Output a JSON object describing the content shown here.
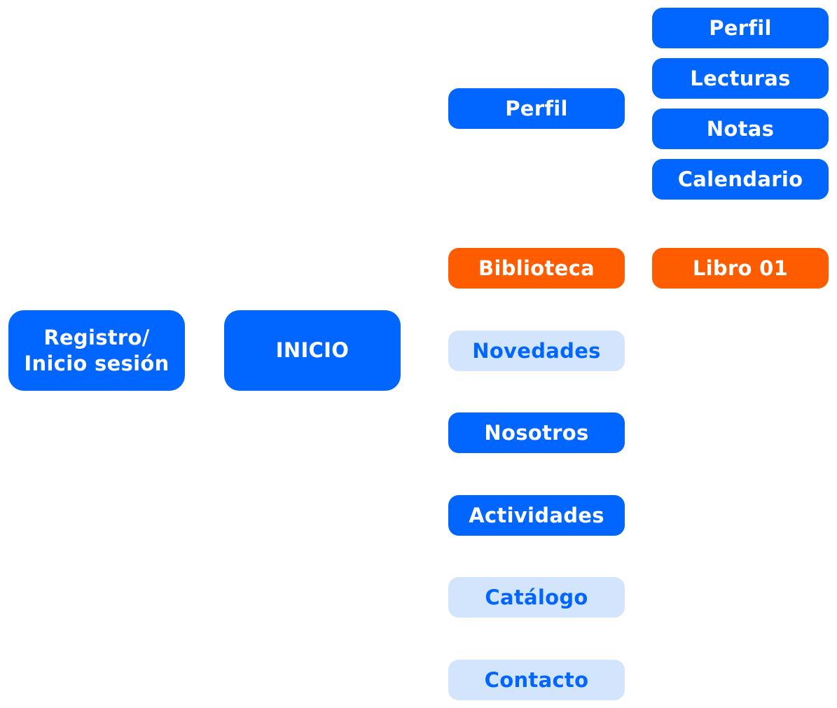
{
  "colors": {
    "primary": "#0066ff",
    "accent": "#ff5c00",
    "light": "#d3e4fd",
    "text_on_dark": "#ffffff"
  },
  "level1": {
    "registro_line1": "Registro/",
    "registro_line2": "Inicio sesión"
  },
  "level2": {
    "inicio": "INICIO"
  },
  "level3": {
    "perfil": "Perfil",
    "biblioteca": "Biblioteca",
    "novedades": "Novedades",
    "nosotros": "Nosotros",
    "actividades": "Actividades",
    "catalogo": "Catálogo",
    "contacto": "Contacto"
  },
  "level4": {
    "perfil": "Perfil",
    "lecturas": "Lecturas",
    "notas": "Notas",
    "calendario": "Calendario",
    "libro01": "Libro 01"
  }
}
